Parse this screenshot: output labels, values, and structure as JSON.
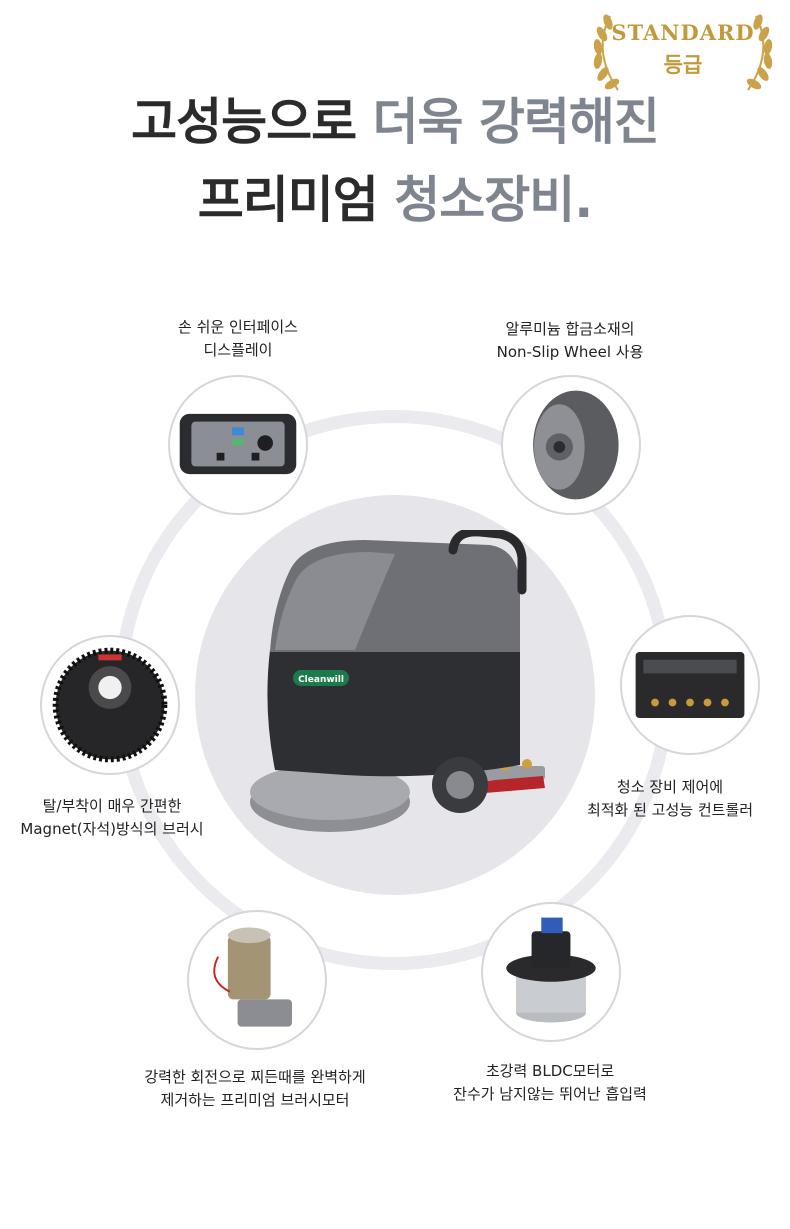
{
  "badge": {
    "line1": "STANDARD",
    "line2": "등급"
  },
  "headline": {
    "line1_dark": "고성능으로 ",
    "line1_gray": "더욱 강력해진",
    "line2_dark": "프리미엄 ",
    "line2_gray": "청소장비."
  },
  "product": {
    "logo_text": "Cleanwill"
  },
  "features": [
    {
      "name": "interface-display",
      "line1": "손 쉬운 인터페이스",
      "line2": "디스플레이"
    },
    {
      "name": "wheel",
      "line1": "알루미늄 합금소재의",
      "line2": "Non-Slip Wheel 사용"
    },
    {
      "name": "controller",
      "line1": "청소 장비 제어에",
      "line2": "최적화 된 고성능 컨트롤러"
    },
    {
      "name": "brush",
      "line1": "탈/부착이 매우 간편한",
      "line2": "Magnet(자석)방식의 브러시"
    },
    {
      "name": "brush-motor",
      "line1": "강력한 회전으로 찌든때를 완벽하게",
      "line2": "제거하는 프리미엄 브러시모터"
    },
    {
      "name": "suction-motor",
      "line1": "초강력 BLDC모터로",
      "line2": "잔수가 남지않는 뛰어난 흡입력"
    }
  ],
  "colors": {
    "accent_gold": "#c29a3c",
    "headline_dark": "#2b2b2b",
    "headline_gray": "#7e858f"
  }
}
